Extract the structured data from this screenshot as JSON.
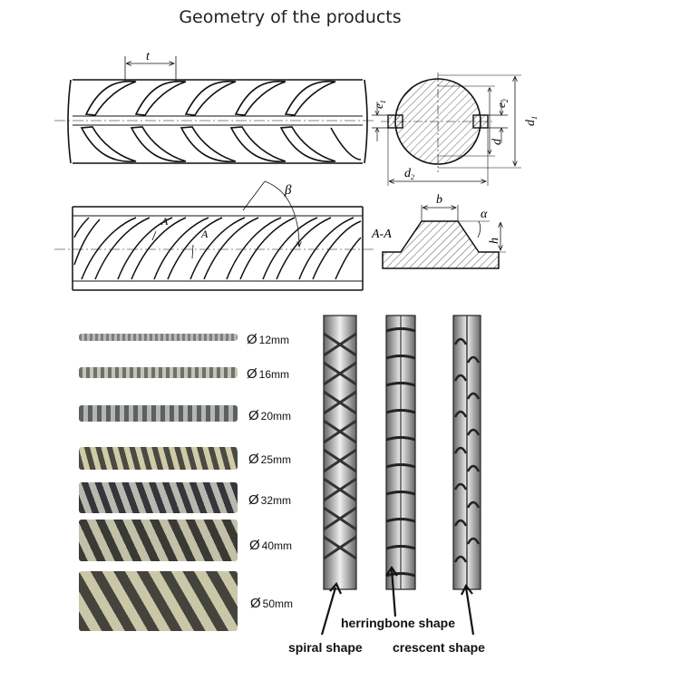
{
  "title": "Geometry of the products",
  "drawing": {
    "pitch": "t",
    "rib_angle": "β",
    "section_marker": "A",
    "section_label": "A-A",
    "e1": "e",
    "e1_sub": "1",
    "e2": "e",
    "e2_sub": "2",
    "d": "d",
    "d1": "d",
    "d1_sub": "1",
    "d2": "d",
    "d2_sub": "2",
    "rib_width": "b",
    "flank_angle": "α",
    "rib_height": "h"
  },
  "diameters": [
    {
      "symbol": "Ø",
      "size": "12mm"
    },
    {
      "symbol": "Ø",
      "size": "16mm"
    },
    {
      "symbol": "Ø",
      "size": "20mm"
    },
    {
      "symbol": "Ø",
      "size": "25mm"
    },
    {
      "symbol": "Ø",
      "size": "32mm"
    },
    {
      "symbol": "Ø",
      "size": "40mm"
    },
    {
      "symbol": "Ø",
      "size": "50mm"
    }
  ],
  "shapes": {
    "spiral": "spiral shape",
    "herringbone": "herringbone shape",
    "crescent": "crescent shape"
  }
}
